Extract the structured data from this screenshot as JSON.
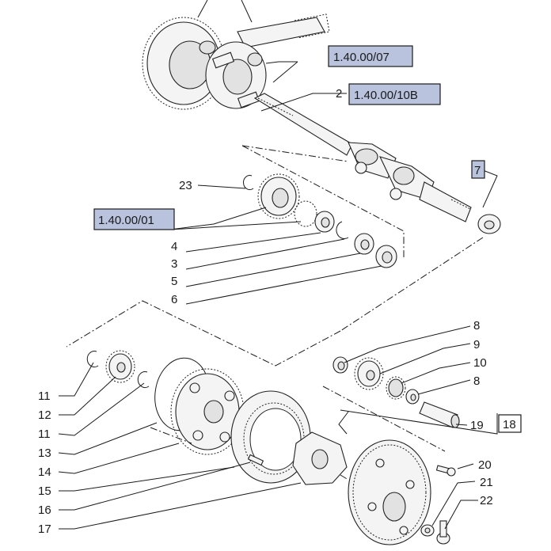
{
  "refs": {
    "ref_07": "1.40.00/07",
    "ref_10b": "1.40.00/10B",
    "ref_01": "1.40.00/01",
    "ref_18": "18"
  },
  "callouts": {
    "c2": "2",
    "c7": "7",
    "c23": "23",
    "c4": "4",
    "c3": "3",
    "c5": "5",
    "c6": "6",
    "c8a": "8",
    "c9": "9",
    "c10": "10",
    "c8b": "8",
    "c11a": "11",
    "c12": "12",
    "c11b": "11",
    "c13": "13",
    "c14": "14",
    "c15": "15",
    "c16": "16",
    "c17": "17",
    "c19": "19",
    "c20": "20",
    "c21": "21",
    "c22": "22"
  },
  "colors": {
    "ref_highlight": "#b9c3de",
    "line": "#1a1a1a"
  }
}
